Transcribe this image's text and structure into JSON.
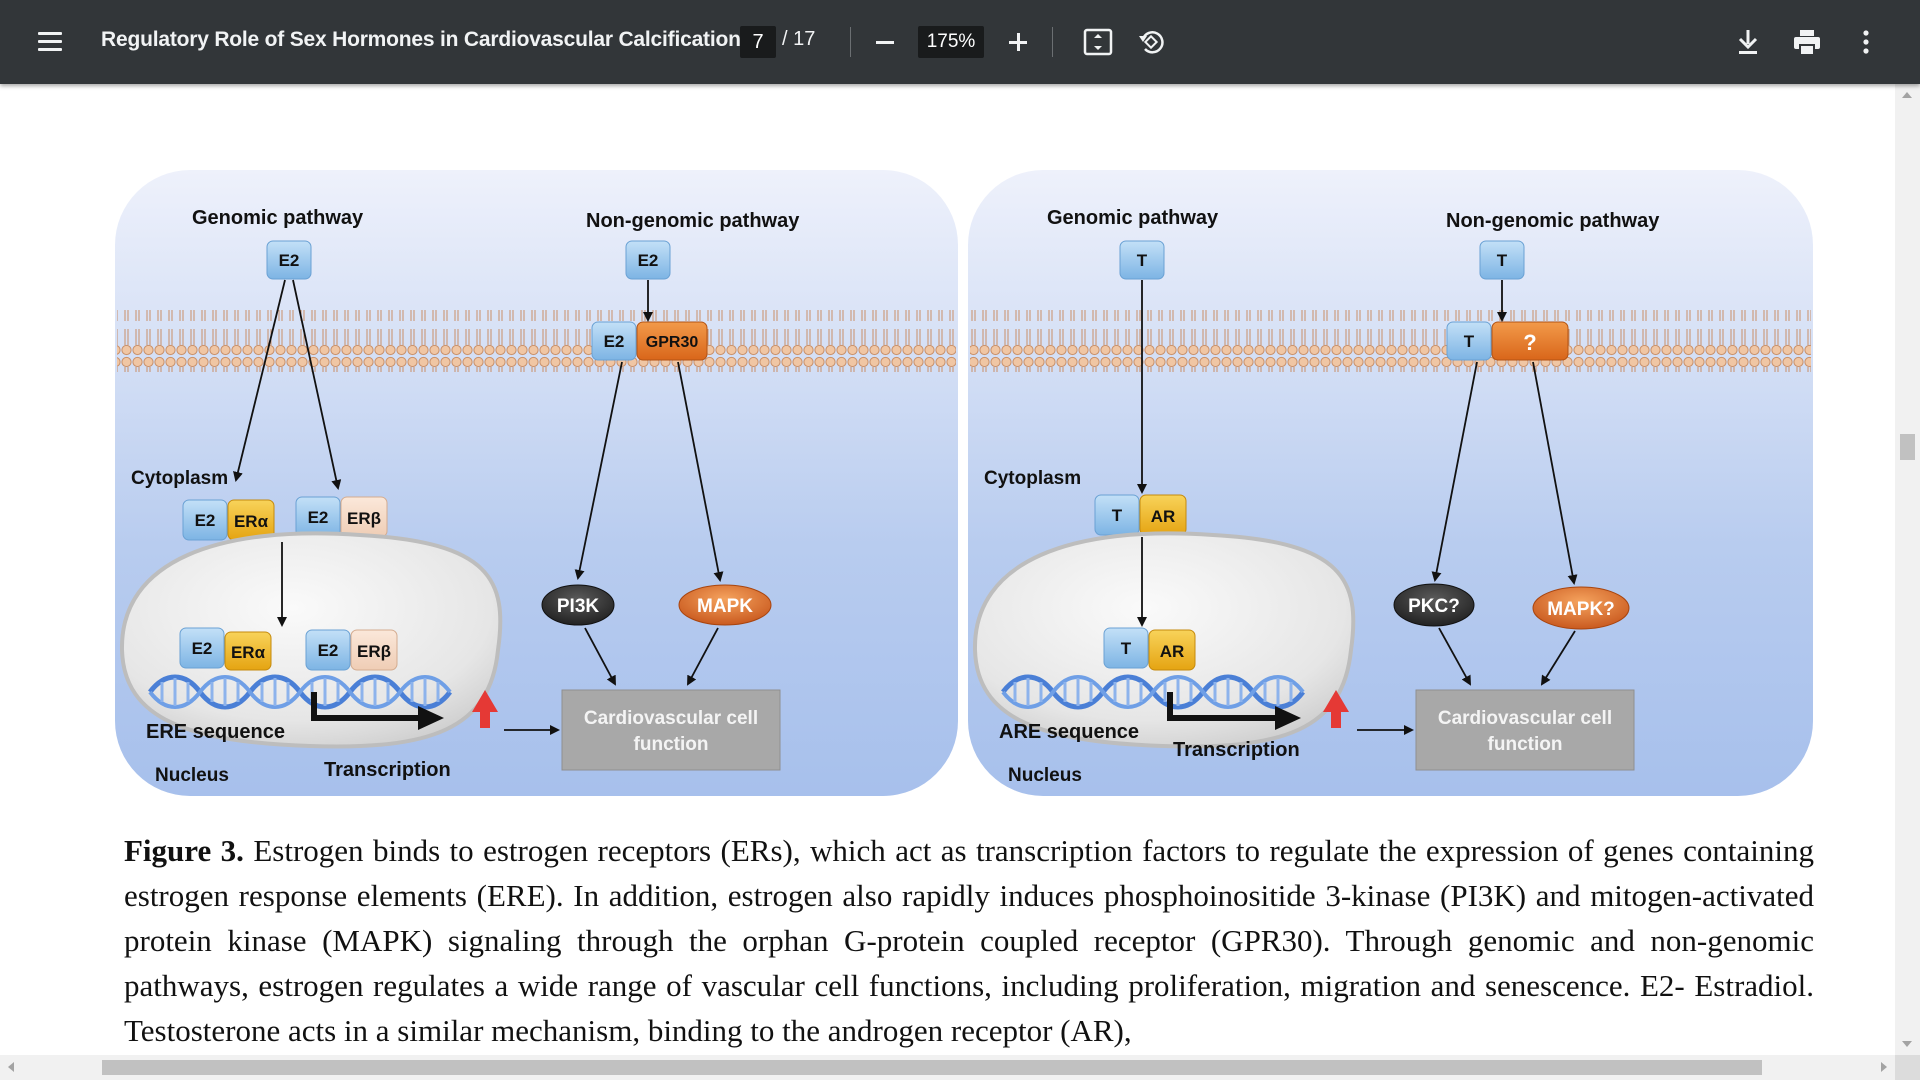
{
  "toolbar": {
    "title": "Regulatory Role of Sex Hormones in Cardiovascular Calcification",
    "current_page": "7",
    "total_pages": "/ 17",
    "zoom": "175%",
    "icons": [
      "menu-icon",
      "zoom-out-icon",
      "zoom-in-icon",
      "fit-page-icon",
      "rotate-icon",
      "download-icon",
      "print-icon",
      "more-vert-icon"
    ],
    "background_color": "#323639"
  },
  "figure": {
    "estrogen_panel": {
      "genomic_title": "Genomic pathway",
      "nongenomic_title": "Non-genomic pathway",
      "hormone": "E2",
      "membrane_receptor": "GPR30",
      "cytoplasm_label": "Cytoplasm",
      "receptor_alpha": "ERα",
      "receptor_beta": "ERβ",
      "kinase_1": "PI3K",
      "kinase_2": "MAPK",
      "dna_label": "ERE sequence",
      "transcription_label": "Transcription",
      "nucleus_label": "Nucleus",
      "outcome_line1": "Cardiovascular cell",
      "outcome_line2": "function"
    },
    "testosterone_panel": {
      "genomic_title": "Genomic pathway",
      "nongenomic_title": "Non-genomic pathway",
      "hormone": "T",
      "membrane_receptor": "?",
      "cytoplasm_label": "Cytoplasm",
      "receptor": "AR",
      "kinase_1": "PKC?",
      "kinase_2": "MAPK?",
      "dna_label": "ARE sequence",
      "transcription_label": "Transcription",
      "nucleus_label": "Nucleus",
      "outcome_line1": "Cardiovascular cell",
      "outcome_line2": "function"
    },
    "colors": {
      "hormone_box": "#8fc3ec",
      "receptor_yellow": "#f2b91e",
      "receptor_beige": "#f5d9c4",
      "gpr30": "#e87d25",
      "kinase_dark": "#2b2b2b",
      "kinase_orange": "#e06b1c",
      "outcome_box": "#a8a8a8",
      "transcription_arrow": "#e53935"
    }
  },
  "caption": {
    "label": "Figure 3.",
    "text": " Estrogen binds to estrogen receptors (ERs), which act as transcription factors to regulate the expression of genes containing estrogen response elements (ERE). In addition, estrogen also rapidly induces phosphoinositide 3-kinase (PI3K) and mitogen-activated protein kinase (MAPK) signaling through the orphan G-protein coupled receptor (GPR30). Through genomic and non-genomic pathways, estrogen regulates a wide range of vascular cell functions, including proliferation, migration and senescence. E2- Estradiol. Testosterone acts in a similar mechanism, binding to the androgen receptor (AR),"
  }
}
